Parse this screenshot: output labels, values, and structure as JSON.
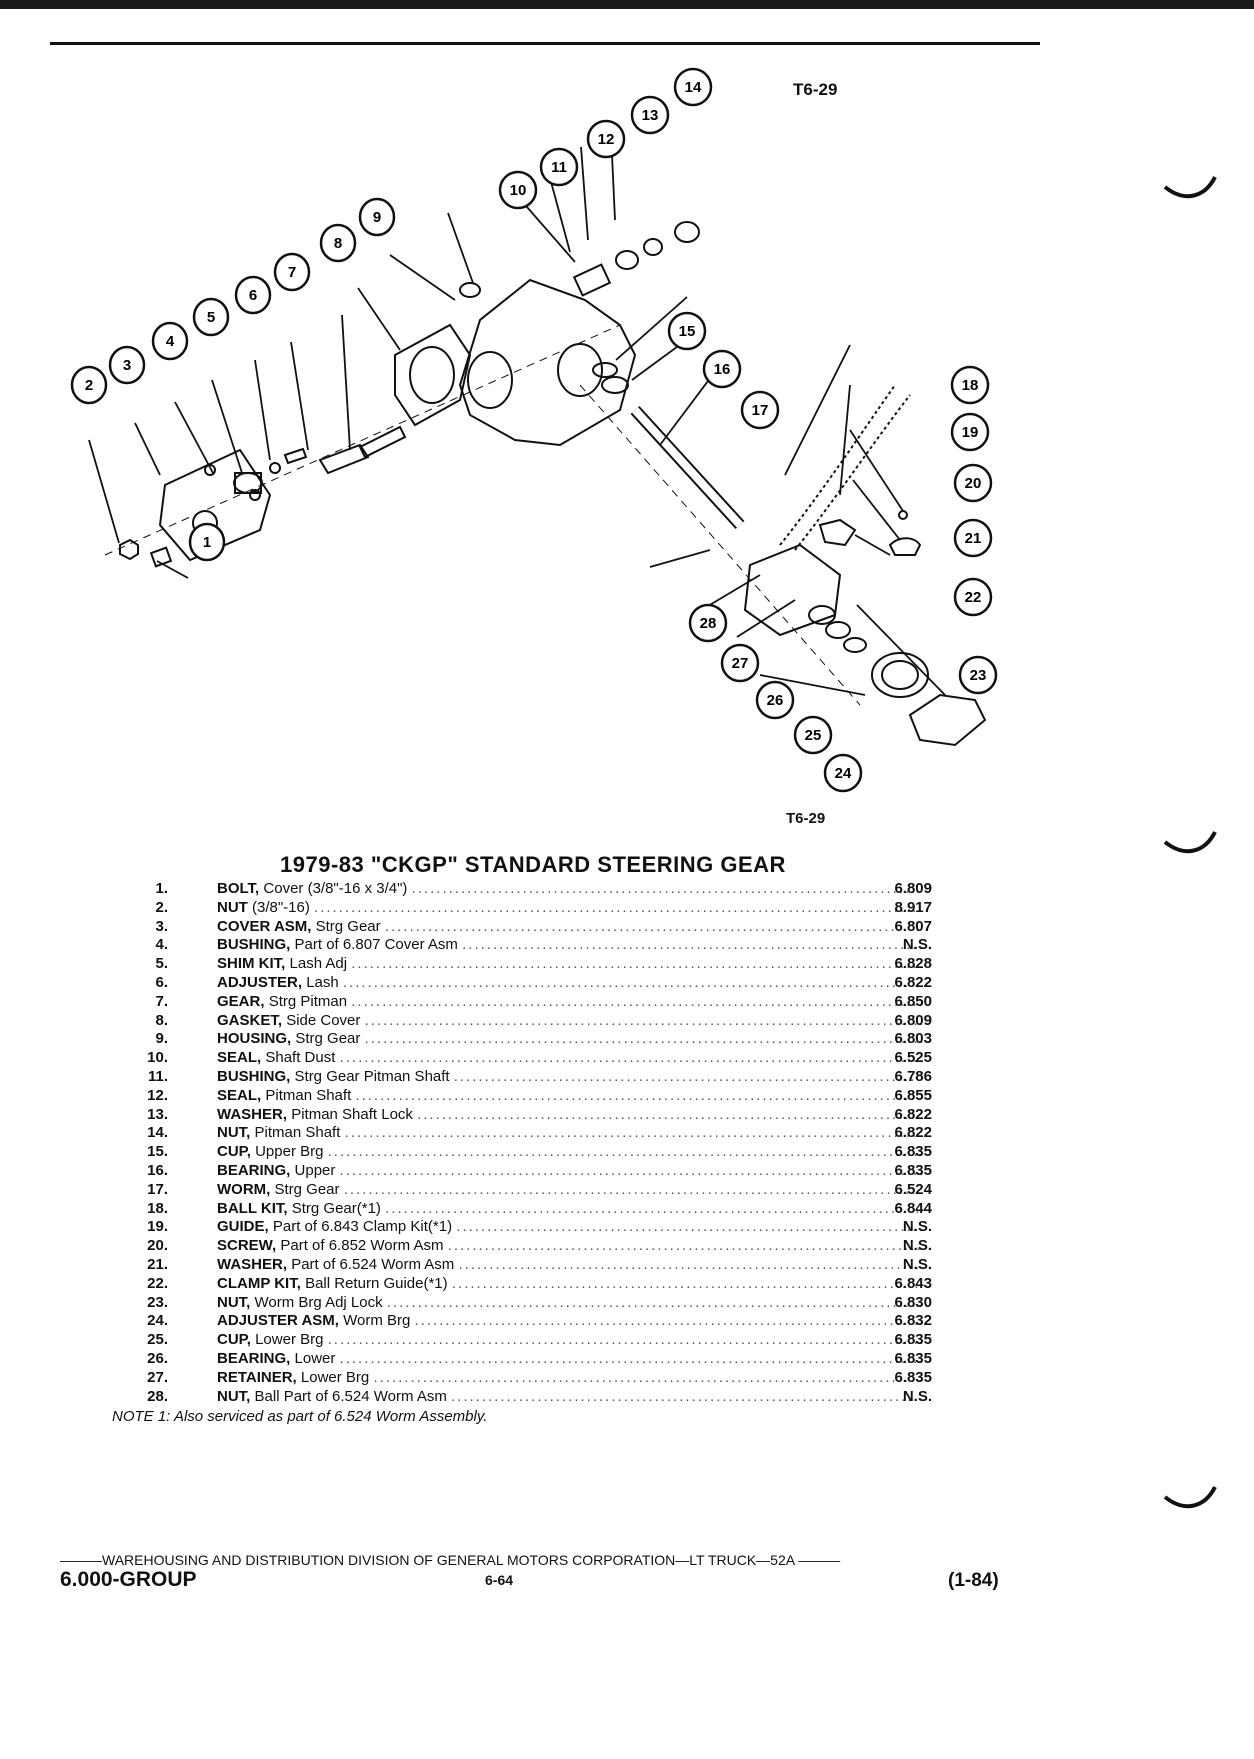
{
  "figure_ref": "T6-29",
  "title": "1979-83 \"CKGP\" STANDARD STEERING GEAR",
  "callouts": [
    "1",
    "2",
    "3",
    "4",
    "5",
    "6",
    "7",
    "8",
    "9",
    "10",
    "11",
    "12",
    "13",
    "14",
    "15",
    "16",
    "17",
    "18",
    "19",
    "20",
    "21",
    "22",
    "23",
    "24",
    "25",
    "26",
    "27",
    "28"
  ],
  "parts": [
    {
      "num": "1.",
      "name": "BOLT,",
      "detail": "Cover (3/8\"-16 x 3/4\")",
      "ref": "6.809"
    },
    {
      "num": "2.",
      "name": "NUT",
      "detail": "(3/8\"-16)",
      "ref": "8.917"
    },
    {
      "num": "3.",
      "name": "COVER ASM,",
      "detail": "Strg Gear",
      "ref": "6.807"
    },
    {
      "num": "4.",
      "name": "BUSHING,",
      "detail": "Part of 6.807 Cover Asm",
      "ref": "N.S."
    },
    {
      "num": "5.",
      "name": "SHIM KIT,",
      "detail": "Lash Adj",
      "ref": "6.828"
    },
    {
      "num": "6.",
      "name": "ADJUSTER,",
      "detail": "Lash",
      "ref": "6.822"
    },
    {
      "num": "7.",
      "name": "GEAR,",
      "detail": "Strg Pitman",
      "ref": "6.850"
    },
    {
      "num": "8.",
      "name": "GASKET,",
      "detail": "Side Cover",
      "ref": "6.809"
    },
    {
      "num": "9.",
      "name": "HOUSING,",
      "detail": "Strg Gear",
      "ref": "6.803"
    },
    {
      "num": "10.",
      "name": "SEAL,",
      "detail": "Shaft Dust",
      "ref": "6.525"
    },
    {
      "num": "11.",
      "name": "BUSHING,",
      "detail": "Strg Gear Pitman Shaft",
      "ref": "6.786"
    },
    {
      "num": "12.",
      "name": "SEAL,",
      "detail": "Pitman Shaft",
      "ref": "6.855"
    },
    {
      "num": "13.",
      "name": "WASHER,",
      "detail": "Pitman Shaft Lock",
      "ref": "6.822"
    },
    {
      "num": "14.",
      "name": "NUT,",
      "detail": "Pitman Shaft",
      "ref": "6.822"
    },
    {
      "num": "15.",
      "name": "CUP,",
      "detail": "Upper Brg",
      "ref": "6.835"
    },
    {
      "num": "16.",
      "name": "BEARING,",
      "detail": "Upper",
      "ref": "6.835"
    },
    {
      "num": "17.",
      "name": "WORM,",
      "detail": "Strg Gear",
      "ref": "6.524"
    },
    {
      "num": "18.",
      "name": "BALL KIT,",
      "detail": "Strg Gear(*1)",
      "ref": "6.844"
    },
    {
      "num": "19.",
      "name": "GUIDE,",
      "detail": "Part of 6.843 Clamp Kit(*1)",
      "ref": "N.S."
    },
    {
      "num": "20.",
      "name": "SCREW,",
      "detail": "Part of 6.852 Worm Asm",
      "ref": "N.S."
    },
    {
      "num": "21.",
      "name": "WASHER,",
      "detail": "Part of 6.524 Worm Asm",
      "ref": "N.S."
    },
    {
      "num": "22.",
      "name": "CLAMP KIT,",
      "detail": "Ball Return Guide(*1)",
      "ref": "6.843"
    },
    {
      "num": "23.",
      "name": "NUT,",
      "detail": "Worm Brg Adj Lock",
      "ref": "6.830"
    },
    {
      "num": "24.",
      "name": "ADJUSTER ASM,",
      "detail": "Worm Brg",
      "ref": "6.832"
    },
    {
      "num": "25.",
      "name": "CUP,",
      "detail": "Lower Brg",
      "ref": "6.835"
    },
    {
      "num": "26.",
      "name": "BEARING,",
      "detail": "Lower",
      "ref": "6.835"
    },
    {
      "num": "27.",
      "name": "RETAINER,",
      "detail": "Lower Brg",
      "ref": "6.835"
    },
    {
      "num": "28.",
      "name": "NUT,",
      "detail": "Ball Part of 6.524 Worm Asm",
      "ref": "N.S."
    }
  ],
  "note": "NOTE 1: Also serviced as part of 6.524 Worm Assembly.",
  "footer": {
    "division": "———WAREHOUSING AND DISTRIBUTION DIVISION OF GENERAL MOTORS CORPORATION—LT TRUCK—52A ———",
    "group": "6.000-GROUP",
    "page": "6-64",
    "date": "(1-84)"
  }
}
